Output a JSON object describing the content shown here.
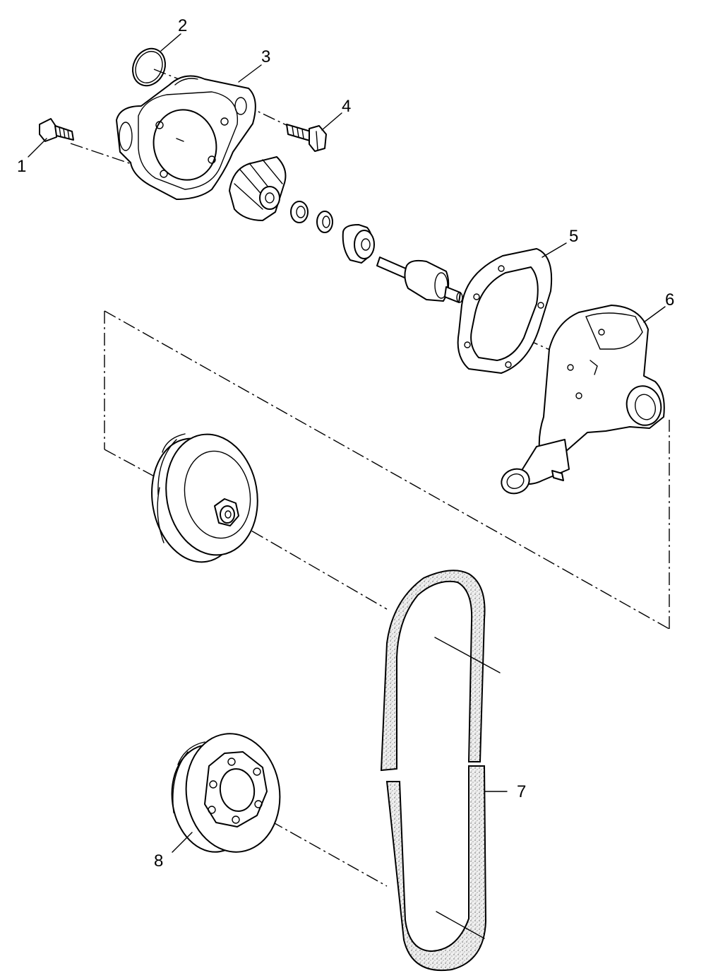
{
  "diagram": {
    "callouts": [
      {
        "id": "1",
        "label": "1"
      },
      {
        "id": "2",
        "label": "2"
      },
      {
        "id": "3",
        "label": "3"
      },
      {
        "id": "4",
        "label": "4"
      },
      {
        "id": "5",
        "label": "5"
      },
      {
        "id": "6",
        "label": "6"
      },
      {
        "id": "7",
        "label": "7"
      },
      {
        "id": "8",
        "label": "8"
      }
    ],
    "colors": {
      "line": "#000000",
      "background": "#ffffff",
      "belt_fill": "#e9e9e9"
    }
  }
}
